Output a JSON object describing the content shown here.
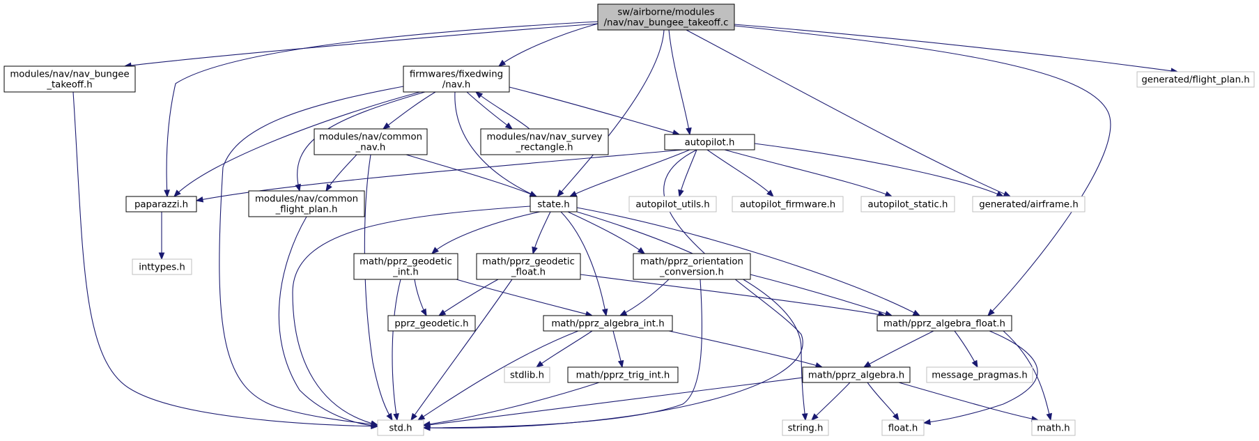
{
  "graph": {
    "type": "include-dependency-graph",
    "root": "root",
    "nodes": [
      {
        "id": "root",
        "lines": [
          "sw/airborne/modules",
          "/nav/nav_bungee_takeoff.c"
        ],
        "style": "root"
      },
      {
        "id": "nbt_h",
        "lines": [
          "modules/nav/nav_bungee",
          "_takeoff.h"
        ],
        "style": "solid"
      },
      {
        "id": "nav_h",
        "lines": [
          "firmwares/fixedwing",
          "/nav.h"
        ],
        "style": "solid"
      },
      {
        "id": "fp_h",
        "lines": [
          "generated/flight_plan.h"
        ],
        "style": "ghost"
      },
      {
        "id": "cnav_h",
        "lines": [
          "modules/nav/common",
          "_nav.h"
        ],
        "style": "solid"
      },
      {
        "id": "survey_h",
        "lines": [
          "modules/nav/nav_survey",
          "_rectangle.h"
        ],
        "style": "solid"
      },
      {
        "id": "ap_h",
        "lines": [
          "autopilot.h"
        ],
        "style": "solid"
      },
      {
        "id": "pap_h",
        "lines": [
          "paparazzi.h"
        ],
        "style": "solid"
      },
      {
        "id": "cfp_h",
        "lines": [
          "modules/nav/common",
          "_flight_plan.h"
        ],
        "style": "solid"
      },
      {
        "id": "state_h",
        "lines": [
          "state.h"
        ],
        "style": "solid"
      },
      {
        "id": "apu_h",
        "lines": [
          "autopilot_utils.h"
        ],
        "style": "ghost"
      },
      {
        "id": "apf_h",
        "lines": [
          "autopilot_firmware.h"
        ],
        "style": "ghost"
      },
      {
        "id": "aps_h",
        "lines": [
          "autopilot_static.h"
        ],
        "style": "ghost"
      },
      {
        "id": "af_h",
        "lines": [
          "generated/airframe.h"
        ],
        "style": "ghost"
      },
      {
        "id": "inttypes_h",
        "lines": [
          "inttypes.h"
        ],
        "style": "ghost"
      },
      {
        "id": "gint_h",
        "lines": [
          "math/pprz_geodetic",
          "_int.h"
        ],
        "style": "solid"
      },
      {
        "id": "gfloat_h",
        "lines": [
          "math/pprz_geodetic",
          "_float.h"
        ],
        "style": "solid"
      },
      {
        "id": "orient_h",
        "lines": [
          "math/pprz_orientation",
          "_conversion.h"
        ],
        "style": "solid"
      },
      {
        "id": "geod_h",
        "lines": [
          "pprz_geodetic.h"
        ],
        "style": "solid"
      },
      {
        "id": "aint_h",
        "lines": [
          "math/pprz_algebra_int.h"
        ],
        "style": "solid"
      },
      {
        "id": "afloat_h",
        "lines": [
          "math/pprz_algebra_float.h"
        ],
        "style": "solid"
      },
      {
        "id": "stdlib_h",
        "lines": [
          "stdlib.h"
        ],
        "style": "ghost"
      },
      {
        "id": "trig_h",
        "lines": [
          "math/pprz_trig_int.h"
        ],
        "style": "solid"
      },
      {
        "id": "alg_h",
        "lines": [
          "math/pprz_algebra.h"
        ],
        "style": "solid"
      },
      {
        "id": "msgp_h",
        "lines": [
          "message_pragmas.h"
        ],
        "style": "ghost"
      },
      {
        "id": "std_h",
        "lines": [
          "std.h"
        ],
        "style": "ghost"
      },
      {
        "id": "string_h",
        "lines": [
          "string.h"
        ],
        "style": "ghost"
      },
      {
        "id": "float_h",
        "lines": [
          "float.h"
        ],
        "style": "ghost"
      },
      {
        "id": "math_h",
        "lines": [
          "math.h"
        ],
        "style": "ghost"
      }
    ],
    "edges": [
      {
        "from": "root",
        "to": "nbt_h"
      },
      {
        "from": "root",
        "to": "nav_h"
      },
      {
        "from": "root",
        "to": "pap_h"
      },
      {
        "from": "root",
        "to": "state_h"
      },
      {
        "from": "root",
        "to": "ap_h"
      },
      {
        "from": "root",
        "to": "af_h"
      },
      {
        "from": "root",
        "to": "afloat_h"
      },
      {
        "from": "root",
        "to": "fp_h"
      },
      {
        "from": "nbt_h",
        "to": "std_h"
      },
      {
        "from": "nav_h",
        "to": "pap_h"
      },
      {
        "from": "nav_h",
        "to": "std_h"
      },
      {
        "from": "nav_h",
        "to": "cfp_h"
      },
      {
        "from": "nav_h",
        "to": "cnav_h"
      },
      {
        "from": "nav_h",
        "to": "state_h"
      },
      {
        "from": "nav_h",
        "to": "survey_h"
      },
      {
        "from": "nav_h",
        "to": "ap_h"
      },
      {
        "from": "survey_h",
        "to": "nav_h"
      },
      {
        "from": "cnav_h",
        "to": "cfp_h"
      },
      {
        "from": "cnav_h",
        "to": "state_h"
      },
      {
        "from": "cnav_h",
        "to": "std_h"
      },
      {
        "from": "ap_h",
        "to": "pap_h"
      },
      {
        "from": "ap_h",
        "to": "state_h"
      },
      {
        "from": "ap_h",
        "to": "apu_h"
      },
      {
        "from": "ap_h",
        "to": "apf_h"
      },
      {
        "from": "ap_h",
        "to": "aps_h"
      },
      {
        "from": "ap_h",
        "to": "af_h"
      },
      {
        "from": "ap_h",
        "to": "std_h"
      },
      {
        "from": "pap_h",
        "to": "inttypes_h"
      },
      {
        "from": "cfp_h",
        "to": "std_h"
      },
      {
        "from": "state_h",
        "to": "std_h"
      },
      {
        "from": "state_h",
        "to": "gint_h"
      },
      {
        "from": "state_h",
        "to": "gfloat_h"
      },
      {
        "from": "state_h",
        "to": "orient_h"
      },
      {
        "from": "state_h",
        "to": "aint_h"
      },
      {
        "from": "state_h",
        "to": "afloat_h"
      },
      {
        "from": "state_h",
        "to": "string_h"
      },
      {
        "from": "gint_h",
        "to": "geod_h"
      },
      {
        "from": "gint_h",
        "to": "aint_h"
      },
      {
        "from": "gint_h",
        "to": "std_h"
      },
      {
        "from": "gfloat_h",
        "to": "geod_h"
      },
      {
        "from": "gfloat_h",
        "to": "afloat_h"
      },
      {
        "from": "gfloat_h",
        "to": "std_h"
      },
      {
        "from": "orient_h",
        "to": "aint_h"
      },
      {
        "from": "orient_h",
        "to": "afloat_h"
      },
      {
        "from": "orient_h",
        "to": "std_h"
      },
      {
        "from": "aint_h",
        "to": "stdlib_h"
      },
      {
        "from": "aint_h",
        "to": "trig_h"
      },
      {
        "from": "aint_h",
        "to": "alg_h"
      },
      {
        "from": "aint_h",
        "to": "std_h"
      },
      {
        "from": "trig_h",
        "to": "std_h"
      },
      {
        "from": "afloat_h",
        "to": "alg_h"
      },
      {
        "from": "afloat_h",
        "to": "msgp_h"
      },
      {
        "from": "afloat_h",
        "to": "float_h"
      },
      {
        "from": "afloat_h",
        "to": "math_h"
      },
      {
        "from": "alg_h",
        "to": "std_h"
      },
      {
        "from": "alg_h",
        "to": "string_h"
      },
      {
        "from": "alg_h",
        "to": "float_h"
      },
      {
        "from": "alg_h",
        "to": "math_h"
      }
    ]
  }
}
